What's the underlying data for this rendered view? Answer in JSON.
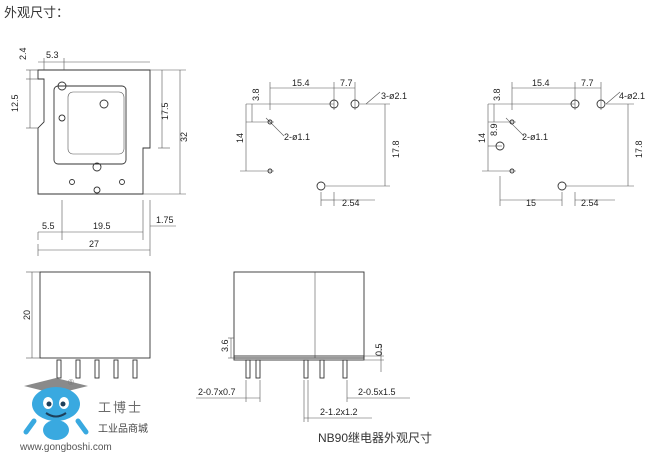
{
  "page": {
    "title": "外观尺寸：",
    "caption": "NB90继电器外观尺寸"
  },
  "views": {
    "top_view": {
      "dimensions": [
        "2.4",
        "5.3",
        "12.5",
        "17.5",
        "32",
        "5.5",
        "19.5",
        "1.75",
        "27"
      ]
    },
    "pcb_layout_a": {
      "dimensions": [
        "15.4",
        "7.7",
        "3.8",
        "3-ø2.1",
        "14",
        "2-ø1.1",
        "17.8",
        "2.54"
      ]
    },
    "pcb_layout_b": {
      "dimensions": [
        "15.4",
        "7.7",
        "3.8",
        "4-ø2.1",
        "8.9",
        "14",
        "2-ø1.1",
        "17.8",
        "15",
        "2.54"
      ]
    },
    "front_view": {
      "dimensions": [
        "20"
      ]
    },
    "side_view": {
      "dimensions": [
        "3.6",
        "0.5",
        "2-0.7x0.7",
        "2-0.5x1.5",
        "2-1.2x1.2"
      ]
    }
  },
  "logo": {
    "brand": "工博士",
    "registered": "®",
    "tagline": "工业品商城",
    "url": "www.gongboshi.com"
  },
  "colors": {
    "line": "#333333",
    "text": "#222222",
    "logo_blue": "#39a9e0"
  }
}
